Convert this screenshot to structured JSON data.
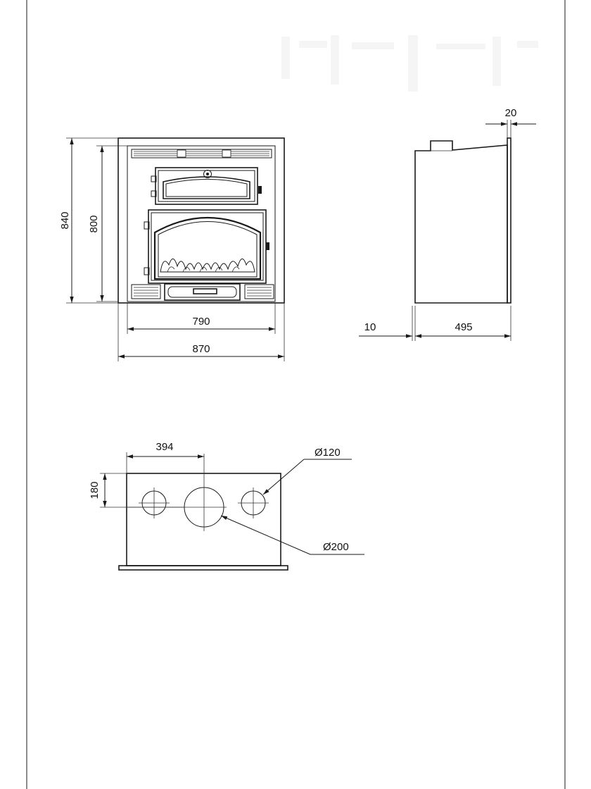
{
  "drawing": {
    "front_view": {
      "overall_height": "840",
      "body_height": "800",
      "body_width": "790",
      "overall_width": "870"
    },
    "side_view": {
      "plate_thickness": "20",
      "front_offset": "10",
      "depth": "495"
    },
    "top_view": {
      "flue_offset": "394",
      "flue_setback": "180",
      "small_diameter": "Ø120",
      "large_diameter": "Ø200"
    }
  }
}
